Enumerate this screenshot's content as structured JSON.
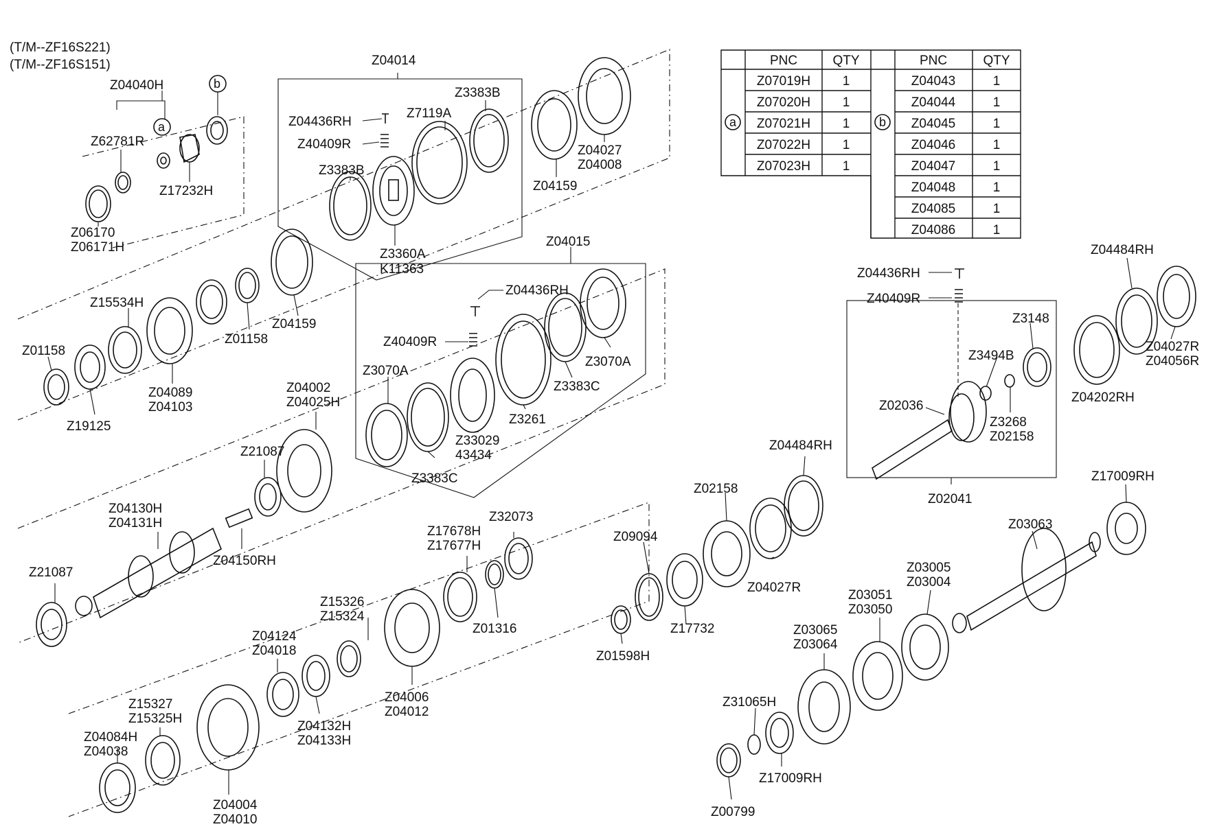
{
  "headers": [
    "(T/M--ZF16S221)",
    "(T/M--ZF16S151)"
  ],
  "markers": {
    "a": "a",
    "b": "b"
  },
  "table": {
    "col_headers": [
      "PNC",
      "QTY",
      "PNC",
      "QTY"
    ],
    "group_a": [
      {
        "pnc": "Z07019H",
        "qty": "1"
      },
      {
        "pnc": "Z07020H",
        "qty": "1"
      },
      {
        "pnc": "Z07021H",
        "qty": "1"
      },
      {
        "pnc": "Z07022H",
        "qty": "1"
      },
      {
        "pnc": "Z07023H",
        "qty": "1"
      }
    ],
    "group_b": [
      {
        "pnc": "Z04043",
        "qty": "1"
      },
      {
        "pnc": "Z04044",
        "qty": "1"
      },
      {
        "pnc": "Z04045",
        "qty": "1"
      },
      {
        "pnc": "Z04046",
        "qty": "1"
      },
      {
        "pnc": "Z04047",
        "qty": "1"
      },
      {
        "pnc": "Z04048",
        "qty": "1"
      },
      {
        "pnc": "Z04085",
        "qty": "1"
      },
      {
        "pnc": "Z04086",
        "qty": "1"
      }
    ]
  },
  "labels": [
    "Z04040H",
    "Z62781R",
    "Z17232H",
    "Z06170",
    "Z06171H",
    "Z04014",
    "Z04436RH",
    "Z40409R",
    "Z7119A",
    "Z3383B",
    "Z3383B",
    "Z3360A",
    "K11363",
    "Z04027",
    "Z04008",
    "Z04159",
    "Z15534H",
    "Z01158",
    "Z19125",
    "Z04089",
    "Z04103",
    "Z01158",
    "Z04159",
    "Z04015",
    "Z04436RH",
    "Z40409R",
    "Z3070A",
    "Z3070A",
    "Z3383C",
    "Z3383C",
    "Z3261",
    "Z33029",
    "43434",
    "Z04002",
    "Z04025H",
    "Z21087",
    "Z04130H",
    "Z04131H",
    "Z04150RH",
    "Z21087",
    "Z17678H",
    "Z17677H",
    "Z32073",
    "Z01316",
    "Z15326",
    "Z15324",
    "Z04006",
    "Z04012",
    "Z04124",
    "Z04018",
    "Z04132H",
    "Z04133H",
    "Z15327",
    "Z15325H",
    "Z04084H",
    "Z04038",
    "Z04004",
    "Z04010",
    "Z04436RH",
    "Z40409R",
    "Z3148",
    "Z3494B",
    "Z02036",
    "Z3268",
    "Z02158",
    "Z02041",
    "Z04484RH",
    "Z04027R",
    "Z04056R",
    "Z04202RH",
    "Z04484RH",
    "Z02158",
    "Z09094",
    "Z04027R",
    "Z17732",
    "Z01598H",
    "Z17009RH",
    "Z03063",
    "Z03005",
    "Z03004",
    "Z03051",
    "Z03050",
    "Z03065",
    "Z03064",
    "Z31065H",
    "Z17009RH",
    "Z00799"
  ]
}
